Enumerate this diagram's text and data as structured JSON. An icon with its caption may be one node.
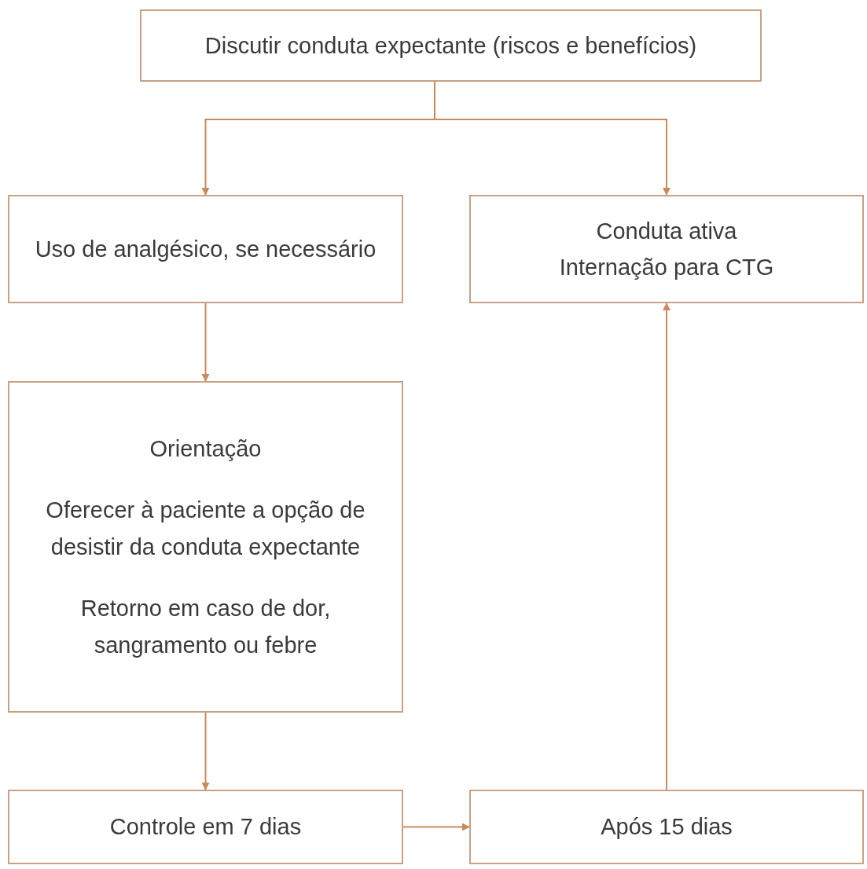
{
  "diagram": {
    "nodes": [
      {
        "text": [
          "Discutir conduta expectante (riscos e benefícios)"
        ]
      },
      {
        "text": [
          "Uso de analgésico, se necessário"
        ]
      },
      {
        "text": [
          "Conduta ativa",
          "Internação para CTG"
        ]
      },
      {
        "text": [
          "Orientação",
          "Oferecer à paciente a opção de desistir da conduta expectante",
          "Retorno em caso de dor, sangramento ou febre"
        ]
      },
      {
        "text": [
          "Controle em 7 dias"
        ]
      },
      {
        "text": [
          "Após 15 dias"
        ]
      }
    ],
    "edges": [
      {
        "from": 0,
        "to": 1,
        "arrow": "to"
      },
      {
        "from": 0,
        "to": 2,
        "arrow": "to"
      },
      {
        "from": 1,
        "to": 3,
        "arrow": "to"
      },
      {
        "from": 3,
        "to": 4,
        "arrow": "to"
      },
      {
        "from": 4,
        "to": 5,
        "arrow": "to"
      },
      {
        "from": 5,
        "to": 2,
        "arrow": "to"
      }
    ]
  }
}
